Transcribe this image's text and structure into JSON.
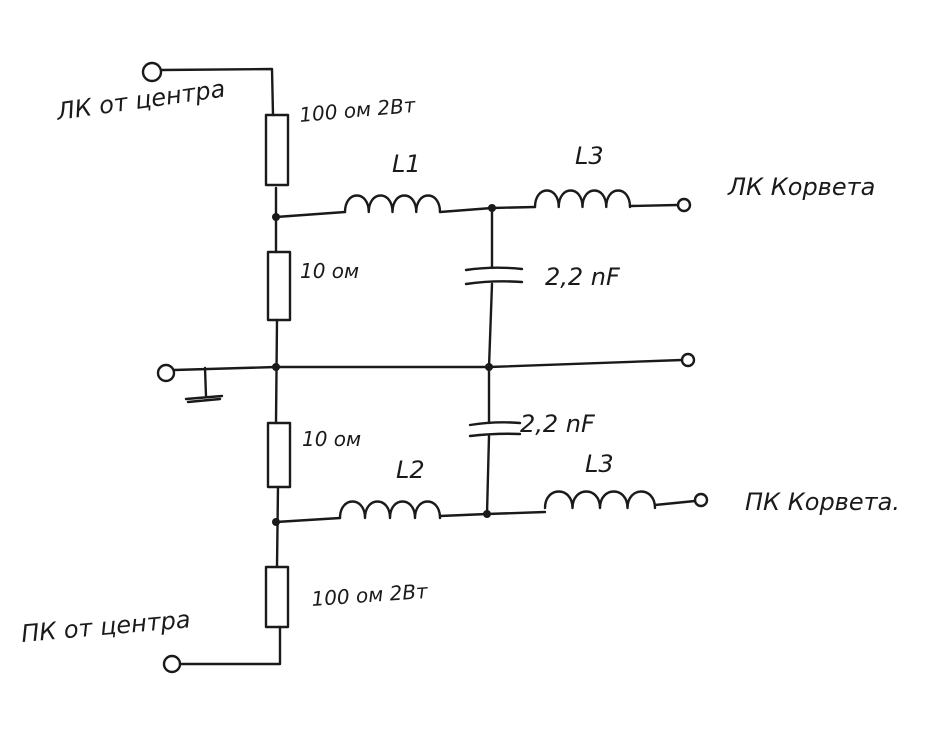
{
  "labels": {
    "left_in": "ЛК от центра",
    "right_in": "ПК от центра",
    "left_out": "ЛК Корвета",
    "right_out": "ПК Корвета.",
    "r_top": "100 ом 2Вт",
    "r_mid_top": "10 ом",
    "r_mid_bottom": "10 ом",
    "r_bottom": "100 ом 2Вт",
    "l1": "L1",
    "l3_top": "L3",
    "l2": "L2",
    "l3_bottom": "L3",
    "c_top": "2,2 nF",
    "c_bottom": "2,2 nF"
  }
}
